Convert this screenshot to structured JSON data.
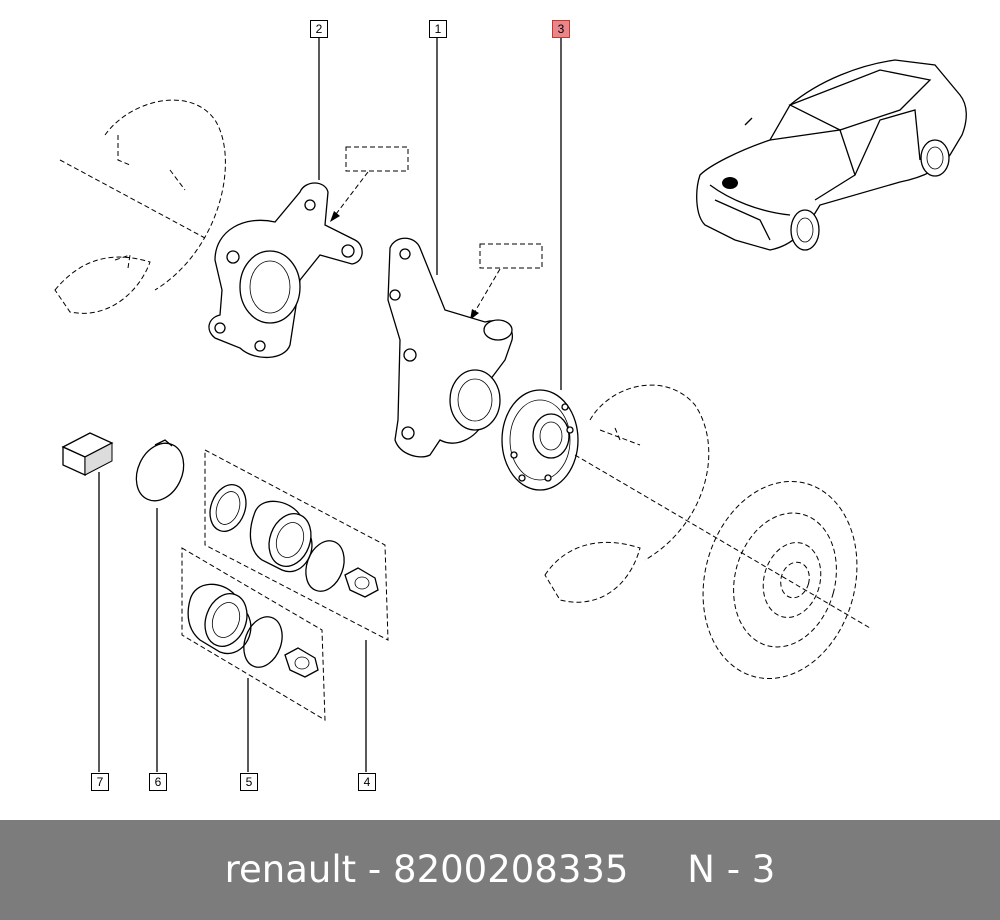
{
  "callouts": [
    {
      "id": "1",
      "label": "1",
      "highlighted": false
    },
    {
      "id": "2",
      "label": "2",
      "highlighted": false
    },
    {
      "id": "3",
      "label": "3",
      "highlighted": true
    },
    {
      "id": "4",
      "label": "4",
      "highlighted": false
    },
    {
      "id": "5",
      "label": "5",
      "highlighted": false
    },
    {
      "id": "6",
      "label": "6",
      "highlighted": false
    },
    {
      "id": "7",
      "label": "7",
      "highlighted": false
    }
  ],
  "footer": {
    "text": "renault - 8200208335     N - 3",
    "background": "#7c7c7c",
    "color": "#ffffff"
  },
  "highlight_color": "#e8868b"
}
